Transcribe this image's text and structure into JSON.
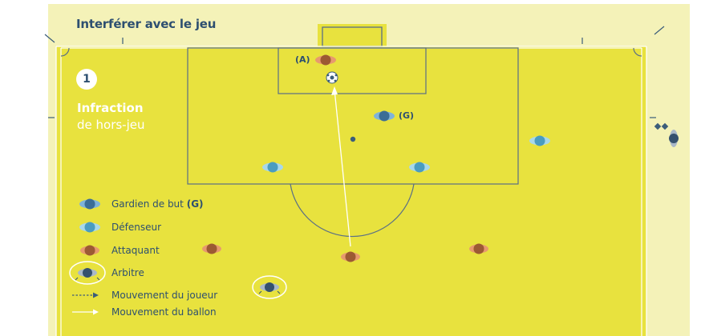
{
  "title": "Interférer avec le jeu",
  "scenario": {
    "number": "1",
    "heading": "Infraction",
    "subheading": "de hors-jeu"
  },
  "labels": {
    "attacker_a": "(A)",
    "goalkeeper_g": "(G)"
  },
  "legend": {
    "goalkeeper": "Gardien de but",
    "goalkeeper_tag": "(G)",
    "defender": "Défenseur",
    "attacker": "Attaquant",
    "referee": "Arbitre",
    "player_movement": "Mouvement du joueur",
    "ball_movement": "Mouvement du ballon"
  },
  "colors": {
    "pitch": "#e8e23e",
    "lines": "#ffffff",
    "text": "#2d4f70",
    "goalkeeper": "#3b6d96",
    "defender": "#4a9cc0",
    "attacker": "#b86a3c",
    "referee": "#35516e"
  },
  "icons": [
    "player-token",
    "ball-icon",
    "referee-token",
    "assistant-referee-flag"
  ]
}
